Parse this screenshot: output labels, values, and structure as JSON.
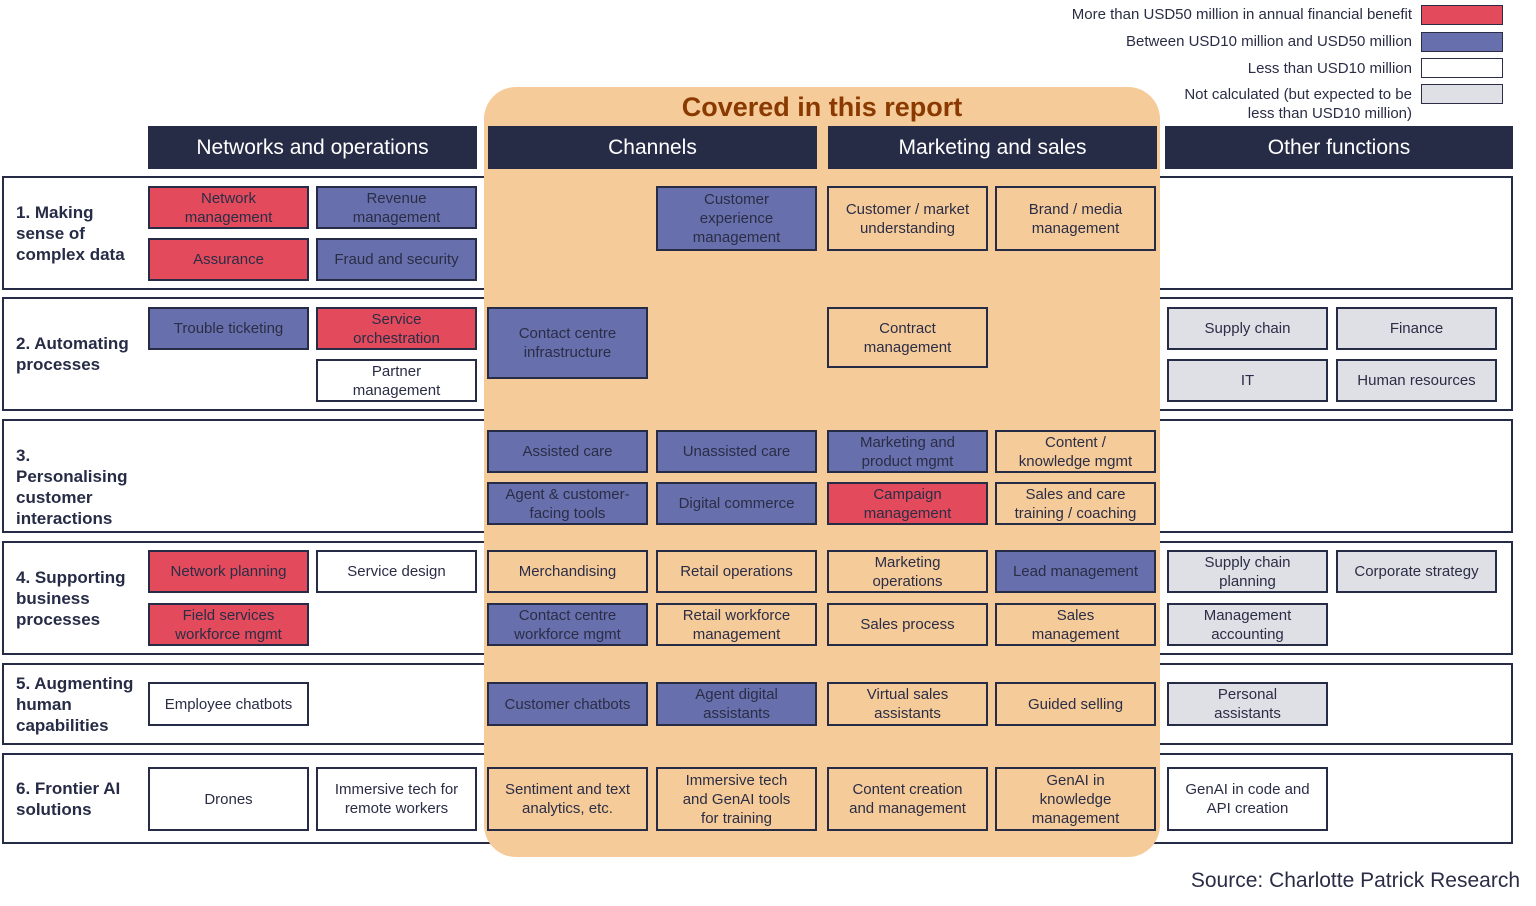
{
  "legend": [
    {
      "label": "More than USD50 million in annual financial benefit",
      "color": "#e34a5c"
    },
    {
      "label": "Between USD10 million and USD50 million",
      "color": "#6770ad"
    },
    {
      "label": "Less than USD10 million",
      "color": "#ffffff"
    },
    {
      "label": "Not calculated (but expected to be\nless than USD10 million)",
      "color": "#dfe0e6"
    }
  ],
  "covered_title": "Covered in this report",
  "columns": [
    "Networks and operations",
    "Channels",
    "Marketing and sales",
    "Other functions"
  ],
  "rows": [
    "1. Making\nsense of\ncomplex data",
    "2. Automating\nprocesses",
    "3. Personalising\ncustomer\ninteractions",
    "4. Supporting\nbusiness\nprocesses",
    "5. Augmenting\nhuman\ncapabilities",
    "6. Frontier AI\nsolutions"
  ],
  "cells": [
    {
      "text": "Network\nmanagement",
      "color": "red"
    },
    {
      "text": "Revenue\nmanagement",
      "color": "blue"
    },
    {
      "text": "Assurance",
      "color": "red"
    },
    {
      "text": "Fraud and security",
      "color": "blue"
    },
    {
      "text": "Customer\nexperience\nmanagement",
      "color": "blue"
    },
    {
      "text": "Customer / market\nunderstanding",
      "color": "orange"
    },
    {
      "text": "Brand / media\nmanagement",
      "color": "orange"
    },
    {
      "text": "Trouble ticketing",
      "color": "blue"
    },
    {
      "text": "Service\norchestration",
      "color": "red"
    },
    {
      "text": "Partner\nmanagement",
      "color": "white"
    },
    {
      "text": "Contact centre\ninfrastructure",
      "color": "blue"
    },
    {
      "text": "Contract\nmanagement",
      "color": "orange"
    },
    {
      "text": "Supply chain",
      "color": "grey"
    },
    {
      "text": "Finance",
      "color": "grey"
    },
    {
      "text": "IT",
      "color": "grey"
    },
    {
      "text": "Human resources",
      "color": "grey"
    },
    {
      "text": "Assisted care",
      "color": "blue"
    },
    {
      "text": "Unassisted care",
      "color": "blue"
    },
    {
      "text": "Marketing and\nproduct mgmt",
      "color": "blue"
    },
    {
      "text": "Content /\nknowledge mgmt",
      "color": "orange"
    },
    {
      "text": "Agent & customer-\nfacing tools",
      "color": "blue"
    },
    {
      "text": "Digital commerce",
      "color": "blue"
    },
    {
      "text": "Campaign\nmanagement",
      "color": "red"
    },
    {
      "text": "Sales and care\ntraining / coaching",
      "color": "orange"
    },
    {
      "text": "Network planning",
      "color": "red"
    },
    {
      "text": "Service design",
      "color": "white"
    },
    {
      "text": "Field services\nworkforce mgmt",
      "color": "red"
    },
    {
      "text": "Merchandising",
      "color": "orange"
    },
    {
      "text": "Retail operations",
      "color": "orange"
    },
    {
      "text": "Marketing\noperations",
      "color": "orange"
    },
    {
      "text": "Lead management",
      "color": "blue"
    },
    {
      "text": "Contact centre\nworkforce mgmt",
      "color": "blue"
    },
    {
      "text": "Retail workforce\nmanagement",
      "color": "orange"
    },
    {
      "text": "Sales process",
      "color": "orange"
    },
    {
      "text": "Sales\nmanagement",
      "color": "orange"
    },
    {
      "text": "Supply chain\nplanning",
      "color": "grey"
    },
    {
      "text": "Corporate strategy",
      "color": "grey"
    },
    {
      "text": "Management\naccounting",
      "color": "grey"
    },
    {
      "text": "Employee chatbots",
      "color": "white"
    },
    {
      "text": "Customer chatbots",
      "color": "blue"
    },
    {
      "text": "Agent digital\nassistants",
      "color": "blue"
    },
    {
      "text": "Virtual sales\nassistants",
      "color": "orange"
    },
    {
      "text": "Guided selling",
      "color": "orange"
    },
    {
      "text": "Personal\nassistants",
      "color": "grey"
    },
    {
      "text": "Drones",
      "color": "white"
    },
    {
      "text": "Immersive tech for\nremote workers",
      "color": "white"
    },
    {
      "text": "Sentiment and text\nanalytics, etc.",
      "color": "orange"
    },
    {
      "text": "Immersive tech\nand GenAI tools\nfor training",
      "color": "orange"
    },
    {
      "text": "Content creation\nand management",
      "color": "orange"
    },
    {
      "text": "GenAI in\nknowledge\nmanagement",
      "color": "orange"
    },
    {
      "text": "GenAI in code and\nAPI creation",
      "color": "white"
    }
  ],
  "source": "Source: Charlotte Patrick Research"
}
